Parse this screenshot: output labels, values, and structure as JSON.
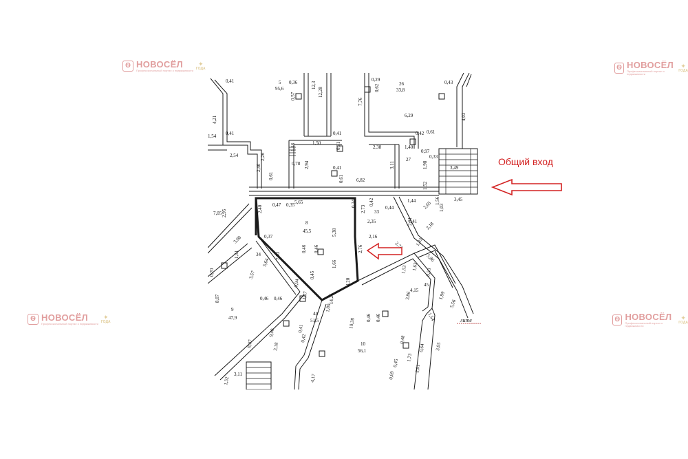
{
  "watermark": {
    "brand": "НОВОСЁЛ",
    "tagline": "Профессиональный портал о недвижимости",
    "year_label": "ГОДА",
    "color": "#c9504f"
  },
  "entrance": {
    "label": "Общий вход",
    "arrow_color": "#d32222"
  },
  "plan": {
    "rooms": [
      {
        "number": "5",
        "area": "95,6"
      },
      {
        "number": "26",
        "area": "33,8"
      },
      {
        "number": "27",
        "area": ""
      },
      {
        "number": "8",
        "area": "45,5"
      },
      {
        "number": "33",
        "area": ""
      },
      {
        "number": "34",
        "area": ""
      },
      {
        "number": "45",
        "area": ""
      },
      {
        "number": "9",
        "area": "47,9"
      },
      {
        "number": "44",
        "area": "51,5"
      },
      {
        "number": "10",
        "area": "56,1"
      }
    ],
    "dimensions": [
      "0,41",
      "0,36",
      "0,57",
      "12,3",
      "12,28",
      "0,29",
      "0,62",
      "0,43",
      "7,76",
      "4,21",
      "1,54",
      "0,41",
      "6,29",
      "4,03",
      "2,54",
      "1,16",
      "1,50",
      "0,41",
      "0,61",
      "0,42",
      "0,61",
      "2,38",
      "1,40",
      "0,97",
      "0,33",
      "2,40",
      "2,26",
      "0,78",
      "2,94",
      "0,41",
      "3,11",
      "1,98",
      "3,49",
      "0,61",
      "0,61",
      "6,82",
      "1,52",
      "1,56",
      "3,45",
      "5,65",
      "0,47",
      "0,35",
      "0,34",
      "2,73",
      "0,42",
      "0,44",
      "1,44",
      "2,65",
      "1,03",
      "7,05",
      "2,95",
      "2,40",
      "2,11",
      "1,41",
      "2,18",
      "5,38",
      "2,35",
      "0,37",
      "2,16",
      "2,74",
      "3,08",
      "1,33",
      "7,03",
      "2,76",
      "0,46",
      "0,46",
      "1,51",
      "5,64",
      "0,45",
      "1,66",
      "5,86",
      "0,70",
      "3,57",
      "0,94",
      "1,67",
      "4,20",
      "1,53",
      "4,15",
      "0,53",
      "1,63",
      "8,07",
      "0,46",
      "0,46",
      "3,86",
      "1,99",
      "14,25",
      "1,80",
      "5,56",
      "10,38",
      "0,46",
      "0,46",
      "9,40",
      "0,41",
      "1,54",
      "8,07",
      "0,42",
      "3,18",
      "0,48",
      "3,05",
      "0,64",
      "1,73",
      "0,45",
      "0,69",
      "4,17",
      "3,11",
      "1,52",
      "2,01"
    ],
    "marker_text": "лите"
  }
}
